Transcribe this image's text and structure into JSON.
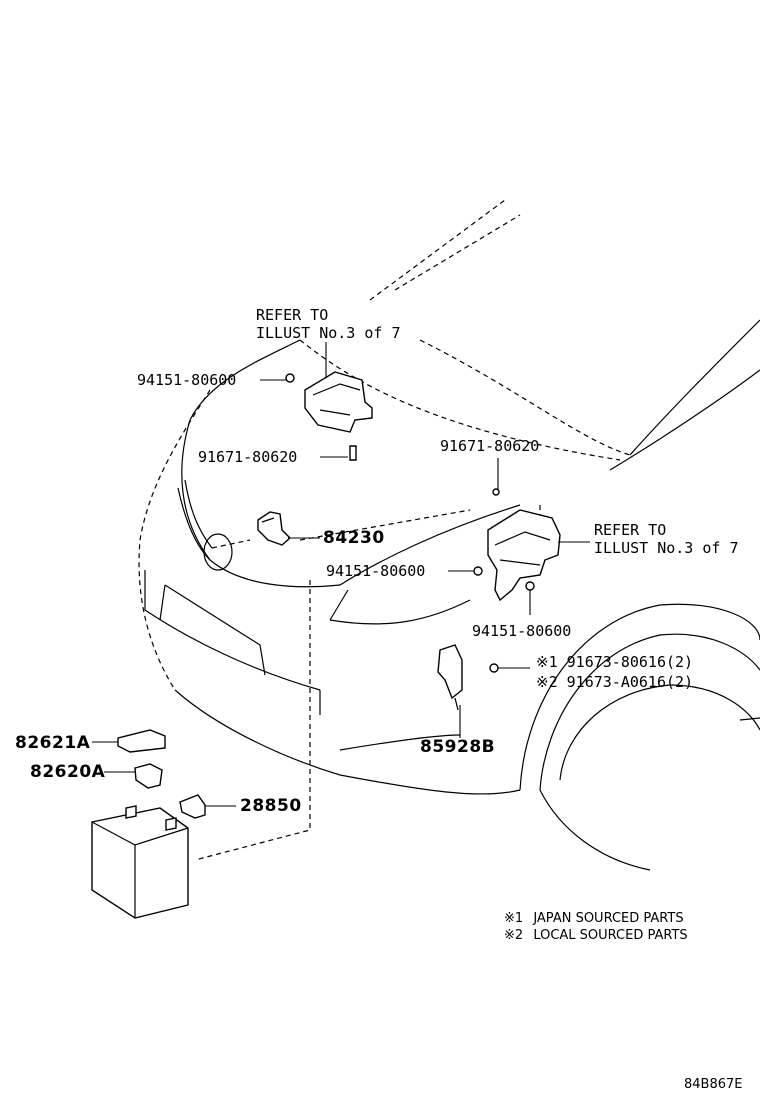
{
  "diagram": {
    "refer_top": {
      "line1": "REFER TO",
      "line2": "ILLUST No.3 of 7"
    },
    "refer_right": {
      "line1": "REFER TO",
      "line2": "ILLUST No.3 of 7"
    },
    "parts": {
      "nut_upper_left": "94151-80600",
      "bolt_upper_left": "91671-80620",
      "bolt_upper_right": "91671-80620",
      "horn_bracket": "84230",
      "nut_right_a": "94151-80600",
      "nut_right_b": "94151-80600",
      "bolt_mark1": "91673-80616(2)",
      "bolt_mark2": "91673-A0616(2)",
      "sensor": "85928B",
      "cover": "82621A",
      "terminal": "82620A",
      "clamp": "28850"
    },
    "marks": {
      "mark1": "※1",
      "mark2": "※2"
    },
    "legend": [
      {
        "mark": "※1",
        "text": "JAPAN SOURCED PARTS"
      },
      {
        "mark": "※2",
        "text": "LOCAL SOURCED PARTS"
      }
    ],
    "illustration_code": "84B867E"
  }
}
